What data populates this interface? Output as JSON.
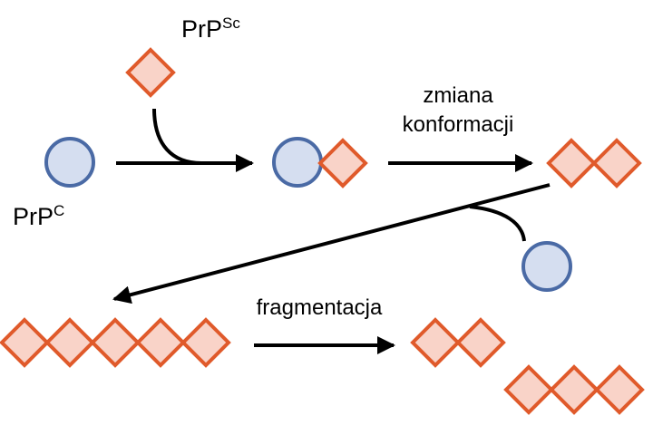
{
  "labels": {
    "prpsc_base": "PrP",
    "prpsc_sup": "Sc",
    "prpc_base": "PrP",
    "prpc_sup": "C",
    "conversion_line1": "zmiana",
    "conversion_line2": "konformacji",
    "fragmentation": "fragmentacja"
  },
  "colors": {
    "circle_fill": "#d5def0",
    "circle_stroke": "#4a6aa5",
    "diamond_fill": "#f9d3c8",
    "diamond_stroke": "#e05a2b",
    "arrow": "#000000"
  }
}
